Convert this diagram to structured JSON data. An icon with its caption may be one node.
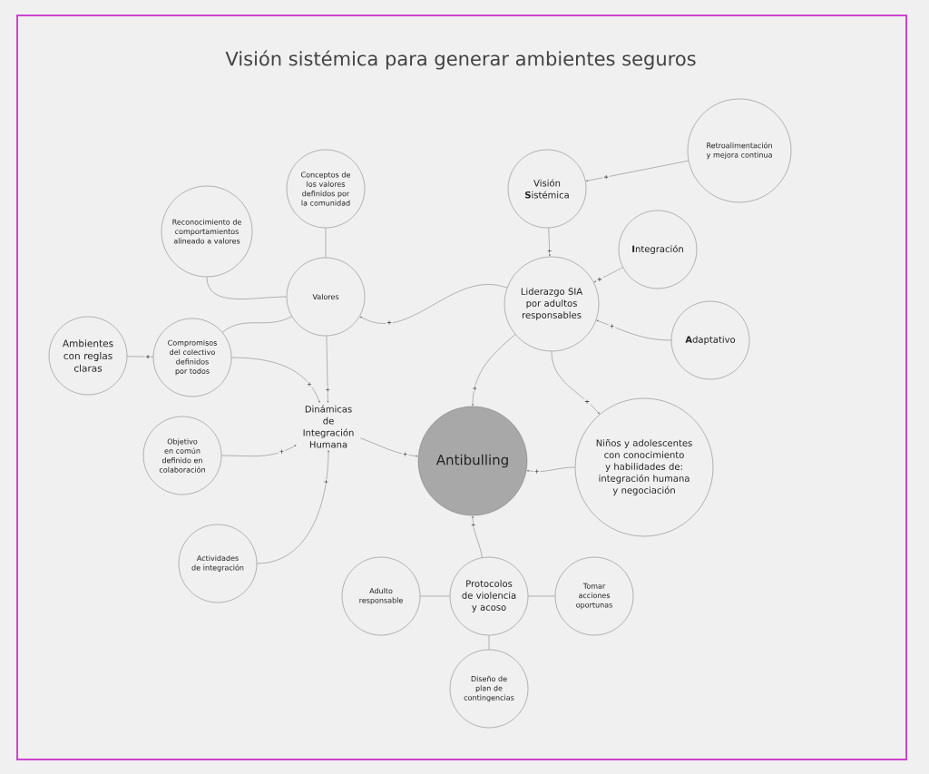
{
  "diagram": {
    "title": "Visión sistémica para generar ambientes seguros",
    "nodes": [
      {
        "text": [
          "Conceptos de los valores definidos por la comunidad"
        ]
      },
      {
        "text": [
          "Reconocimiento de comportamientos alineado a valores"
        ]
      },
      {
        "text": [
          "Valores"
        ]
      },
      {
        "text": [
          "Ambientes con reglas claras"
        ]
      },
      {
        "text": [
          "Compromisos del colectivo definidos por todos"
        ]
      },
      {
        "text": [
          "Dinámicas de Integración Humana"
        ]
      },
      {
        "text": [
          "Objetivo en común definido en colaboración"
        ]
      },
      {
        "text": [
          "Actividades de integración"
        ]
      },
      {
        "text": [
          "Antibulling"
        ]
      },
      {
        "text": [
          "Visión **S**istémica"
        ]
      },
      {
        "text": [
          "Retroalimentación y mejora continua"
        ]
      },
      {
        "text": [
          "**I**ntegración"
        ]
      },
      {
        "text": [
          "Liderazgo SIA por adultos responsables"
        ]
      },
      {
        "text": [
          "**A**daptativo"
        ]
      },
      {
        "text": [
          "Niños y adolescentes con conocimiento y habilidades de: integración humana y negociación"
        ]
      },
      {
        "text": [
          "Adulto responsable"
        ]
      },
      {
        "text": [
          "Protocolos de violencia y acoso"
        ]
      },
      {
        "text": [
          "Tomar acciones oportunas"
        ]
      },
      {
        "text": [
          "Diseño de plan de contingencias"
        ]
      }
    ],
    "edges": [
      {
        "from": 0,
        "to": 2,
        "arrow": "none"
      },
      {
        "from": 1,
        "to": 2,
        "arrow": "none"
      },
      {
        "from": 4,
        "to": 2,
        "arrow": "none"
      },
      {
        "from": 3,
        "to": 4,
        "arrow": "to",
        "label": "+"
      },
      {
        "from": 4,
        "to": 5,
        "arrow": "to",
        "label": "+"
      },
      {
        "from": 2,
        "to": 5,
        "arrow": "to",
        "label": "+"
      },
      {
        "from": 6,
        "to": 5,
        "arrow": "to",
        "label": "+"
      },
      {
        "from": 7,
        "to": 5,
        "arrow": "to",
        "label": "+"
      },
      {
        "from": 5,
        "to": 8,
        "arrow": "to",
        "label": "+"
      },
      {
        "from": 12,
        "to": 2,
        "arrow": "to",
        "label": "+"
      },
      {
        "from": 12,
        "to": 8,
        "arrow": "to",
        "label": "+"
      },
      {
        "from": 12,
        "to": 14,
        "arrow": "to",
        "label": "+"
      },
      {
        "from": 14,
        "to": 8,
        "arrow": "to",
        "label": "+"
      },
      {
        "from": 16,
        "to": 8,
        "arrow": "to",
        "label": "+"
      },
      {
        "from": 9,
        "to": 12,
        "arrow": "to",
        "label": "+"
      },
      {
        "from": 10,
        "to": 9,
        "arrow": "to",
        "label": "+"
      },
      {
        "from": 11,
        "to": 12,
        "arrow": "to",
        "label": "+"
      },
      {
        "from": 13,
        "to": 12,
        "arrow": "to",
        "label": "+"
      },
      {
        "from": 16,
        "to": 15,
        "arrow": "none"
      },
      {
        "from": 16,
        "to": 17,
        "arrow": "none"
      },
      {
        "from": 16,
        "to": 18,
        "arrow": "none"
      }
    ]
  }
}
